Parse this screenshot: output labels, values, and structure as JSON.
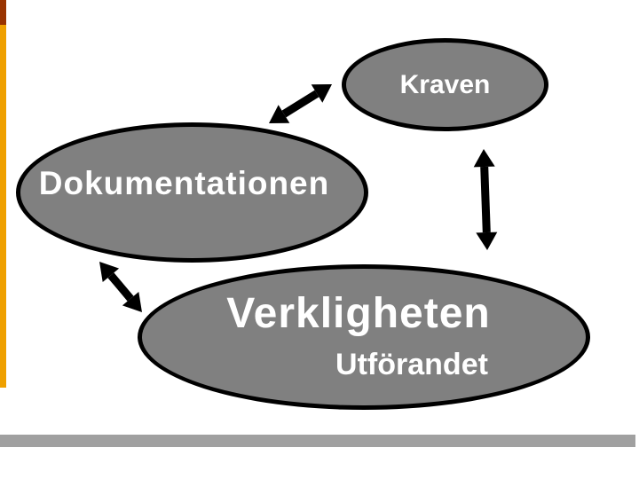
{
  "slide": {
    "background_color": "#FFFFFF",
    "shape_fill_color": "#808080",
    "shape_border_color": "#000000",
    "shape_text_color": "#FFFFFF",
    "arrow_color": "#000000",
    "decorations": {
      "left_accent_color": "#EFA000",
      "left_accent_top_color": "#993300",
      "bottom_bar_color": "#A0A0A0"
    },
    "nodes": [
      {
        "id": "kraven",
        "label": "Kraven"
      },
      {
        "id": "dokumentationen",
        "label": "Dokumentationen"
      },
      {
        "id": "verkligheten",
        "label": "Verkligheten",
        "sublabel": "Utförandet"
      }
    ],
    "edges": [
      {
        "from": "dokumentationen",
        "to": "kraven",
        "type": "double-arrow"
      },
      {
        "from": "kraven",
        "to": "verkligheten",
        "type": "double-arrow"
      },
      {
        "from": "dokumentationen",
        "to": "verkligheten",
        "type": "double-arrow"
      }
    ]
  }
}
